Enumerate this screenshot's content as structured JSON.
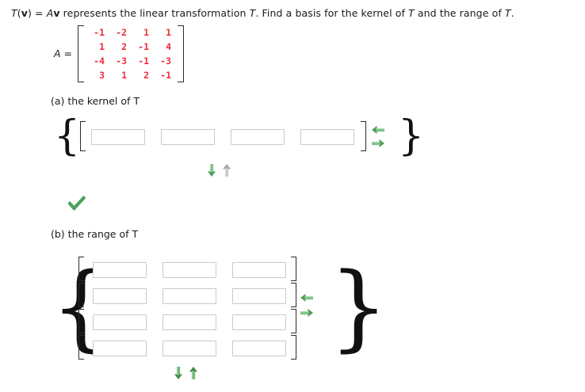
{
  "question": {
    "prefix_T": "T",
    "paren_open": "(",
    "vec1": "v",
    "paren_close": ")",
    "equals": " = ",
    "A": "A",
    "vec2": "v",
    "rest": "  represents the linear transformation ",
    "T2": "T",
    "rest2": ". Find a basis for the kernel of ",
    "T3": "T",
    "rest3": " and the range of ",
    "T4": "T",
    "period": ".",
    "full_text": "T(v) = Av  represents the linear transformation T. Find a basis for the kernel of T and the range of T."
  },
  "matrix": {
    "label": "A",
    "equals": "=",
    "rows": [
      [
        "-1",
        "-2",
        "1",
        "1"
      ],
      [
        "1",
        "2",
        "-1",
        "4"
      ],
      [
        "-4",
        "-3",
        "-1",
        "-3"
      ],
      [
        "3",
        "1",
        "2",
        "-1"
      ]
    ],
    "value_color": "#ef2b3c",
    "bracket_color": "#2b2b2b"
  },
  "parts": {
    "a": {
      "label": "(a) the kernel of T",
      "answer_values": [
        "",
        "",
        "",
        ""
      ],
      "placeholder": "",
      "box_count": 4,
      "brace_open": "{",
      "brace_close": "}",
      "check_status": "correct"
    },
    "b": {
      "label": "(b) the range of T",
      "answer_rows": [
        [
          "",
          "",
          ""
        ],
        [
          "",
          "",
          ""
        ],
        [
          "",
          "",
          ""
        ],
        [
          "",
          "",
          ""
        ]
      ],
      "placeholder": "",
      "row_count": 4,
      "col_count": 3,
      "brace_open": "{",
      "brace_close": "}"
    }
  },
  "controls": {
    "arrow_left": "left-arrow",
    "arrow_right": "right-arrow",
    "arrow_down": "down-arrow",
    "arrow_up": "up-arrow",
    "green": "#5ba862",
    "green_dark": "#3d8b45",
    "gray": "#c0c0c0",
    "gray_dark": "#9a9a9a",
    "check_color": "#4aa358"
  }
}
